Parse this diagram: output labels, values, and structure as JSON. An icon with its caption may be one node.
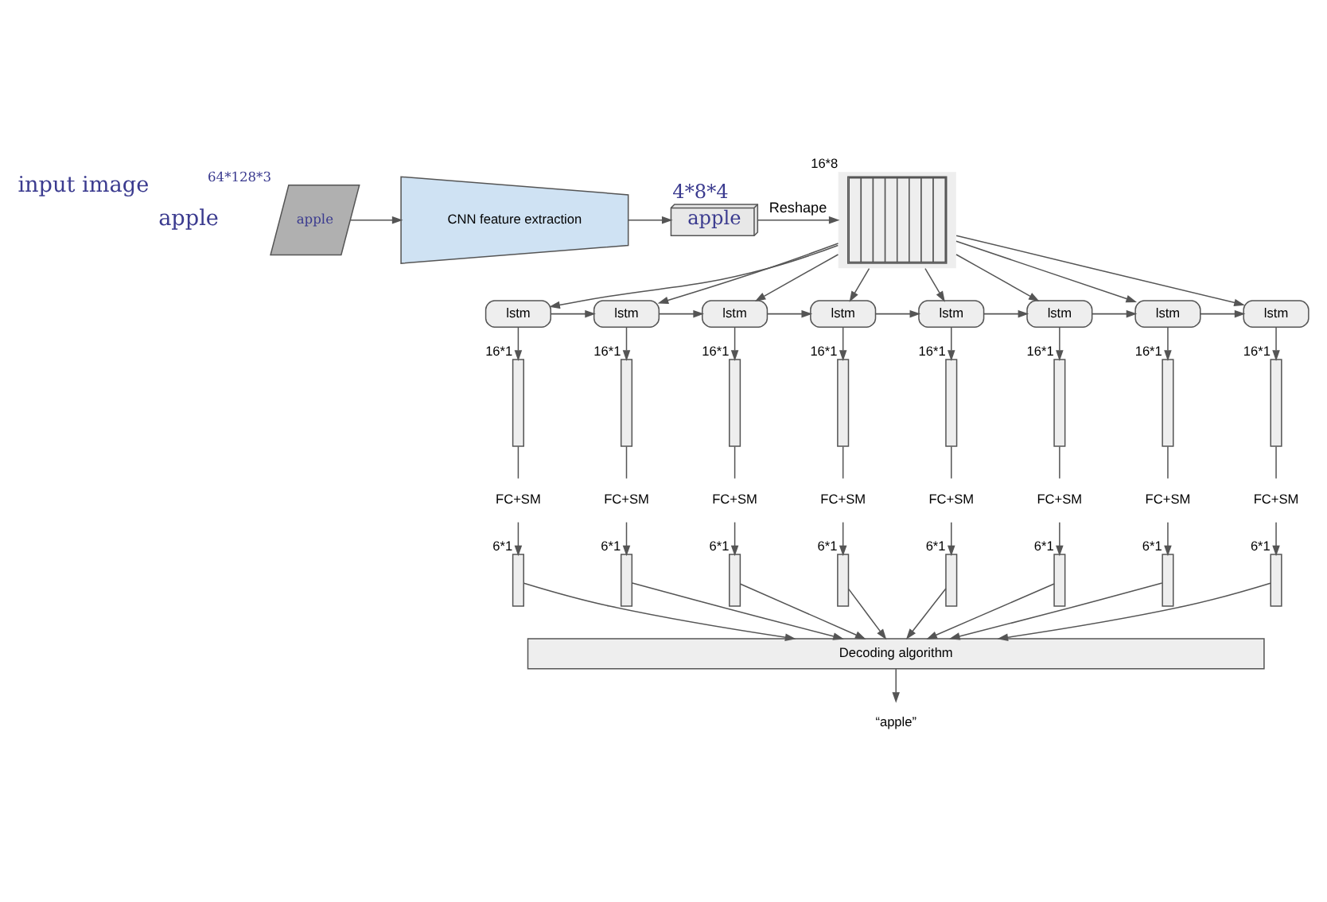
{
  "diagram": {
    "nodes": [
      {
        "text": [
          "apple"
        ],
        "beside": [
          "input image"
        ]
      },
      {
        "text": [
          "apple"
        ],
        "beside": [
          "64*128*3"
        ]
      },
      {
        "text": [
          "CNN feature extraction"
        ]
      },
      {
        "text": [
          "apple"
        ],
        "beside": [
          "4*8*4"
        ]
      },
      {
        "text": [],
        "shape": "box",
        "beside": [
          "16*8"
        ]
      },
      {
        "text": [
          "lstm"
        ]
      },
      {
        "text": [
          "lstm"
        ]
      },
      {
        "text": [
          "lstm"
        ]
      },
      {
        "text": [
          "lstm"
        ]
      },
      {
        "text": [
          "lstm"
        ]
      },
      {
        "text": [
          "lstm"
        ]
      },
      {
        "text": [
          "lstm"
        ]
      },
      {
        "text": [
          "lstm"
        ]
      },
      {
        "text": [],
        "shape": "bar",
        "beside": [
          "16*1"
        ]
      },
      {
        "text": [],
        "shape": "bar",
        "beside": [
          "16*1"
        ]
      },
      {
        "text": [],
        "shape": "bar",
        "beside": [
          "16*1"
        ]
      },
      {
        "text": [],
        "shape": "bar",
        "beside": [
          "16*1"
        ]
      },
      {
        "text": [],
        "shape": "bar",
        "beside": [
          "16*1"
        ]
      },
      {
        "text": [],
        "shape": "bar",
        "beside": [
          "16*1"
        ]
      },
      {
        "text": [],
        "shape": "bar",
        "beside": [
          "16*1"
        ]
      },
      {
        "text": [],
        "shape": "bar",
        "beside": [
          "16*1"
        ]
      },
      {
        "text": [
          "FC+SM"
        ]
      },
      {
        "text": [
          "FC+SM"
        ]
      },
      {
        "text": [
          "FC+SM"
        ]
      },
      {
        "text": [
          "FC+SM"
        ]
      },
      {
        "text": [
          "FC+SM"
        ]
      },
      {
        "text": [
          "FC+SM"
        ]
      },
      {
        "text": [
          "FC+SM"
        ]
      },
      {
        "text": [
          "FC+SM"
        ]
      },
      {
        "text": [],
        "shape": "bar",
        "beside": [
          "6*1"
        ]
      },
      {
        "text": [],
        "shape": "bar",
        "beside": [
          "6*1"
        ]
      },
      {
        "text": [],
        "shape": "bar",
        "beside": [
          "6*1"
        ]
      },
      {
        "text": [],
        "shape": "bar",
        "beside": [
          "6*1"
        ]
      },
      {
        "text": [],
        "shape": "bar",
        "beside": [
          "6*1"
        ]
      },
      {
        "text": [],
        "shape": "bar",
        "beside": [
          "6*1"
        ]
      },
      {
        "text": [],
        "shape": "bar",
        "beside": [
          "6*1"
        ]
      },
      {
        "text": [],
        "shape": "bar",
        "beside": [
          "6*1"
        ]
      },
      {
        "text": [
          "Decoding algorithm"
        ]
      },
      {
        "text": [
          "“apple”"
        ]
      }
    ],
    "edges": [
      {
        "from": 1,
        "to": 2,
        "arrow": "to"
      },
      {
        "from": 2,
        "to": 3,
        "arrow": "to"
      },
      {
        "from": 3,
        "to": 4,
        "arrow": "to",
        "label": "Reshape"
      },
      {
        "from": 4,
        "to": 5,
        "arrow": "to"
      },
      {
        "from": 4,
        "to": 6,
        "arrow": "to"
      },
      {
        "from": 4,
        "to": 7,
        "arrow": "to"
      },
      {
        "from": 4,
        "to": 8,
        "arrow": "to"
      },
      {
        "from": 4,
        "to": 9,
        "arrow": "to"
      },
      {
        "from": 4,
        "to": 10,
        "arrow": "to"
      },
      {
        "from": 4,
        "to": 11,
        "arrow": "to"
      },
      {
        "from": 4,
        "to": 12,
        "arrow": "to"
      },
      {
        "from": 5,
        "to": 6,
        "arrow": "to"
      },
      {
        "from": 6,
        "to": 7,
        "arrow": "to"
      },
      {
        "from": 7,
        "to": 8,
        "arrow": "to"
      },
      {
        "from": 8,
        "to": 9,
        "arrow": "to"
      },
      {
        "from": 9,
        "to": 10,
        "arrow": "to"
      },
      {
        "from": 10,
        "to": 11,
        "arrow": "to"
      },
      {
        "from": 11,
        "to": 12,
        "arrow": "to"
      },
      {
        "from": 5,
        "to": 13,
        "arrow": "to"
      },
      {
        "from": 6,
        "to": 14,
        "arrow": "to"
      },
      {
        "from": 7,
        "to": 15,
        "arrow": "to"
      },
      {
        "from": 8,
        "to": 16,
        "arrow": "to"
      },
      {
        "from": 9,
        "to": 17,
        "arrow": "to"
      },
      {
        "from": 10,
        "to": 18,
        "arrow": "to"
      },
      {
        "from": 11,
        "to": 19,
        "arrow": "to"
      },
      {
        "from": 12,
        "to": 20,
        "arrow": "to"
      },
      {
        "from": 13,
        "to": 21,
        "arrow": "none"
      },
      {
        "from": 14,
        "to": 22,
        "arrow": "none"
      },
      {
        "from": 15,
        "to": 23,
        "arrow": "none"
      },
      {
        "from": 16,
        "to": 24,
        "arrow": "none"
      },
      {
        "from": 17,
        "to": 25,
        "arrow": "none"
      },
      {
        "from": 18,
        "to": 26,
        "arrow": "none"
      },
      {
        "from": 19,
        "to": 27,
        "arrow": "none"
      },
      {
        "from": 20,
        "to": 28,
        "arrow": "none"
      },
      {
        "from": 21,
        "to": 29,
        "arrow": "to"
      },
      {
        "from": 22,
        "to": 30,
        "arrow": "to"
      },
      {
        "from": 23,
        "to": 31,
        "arrow": "to"
      },
      {
        "from": 24,
        "to": 32,
        "arrow": "to"
      },
      {
        "from": 25,
        "to": 33,
        "arrow": "to"
      },
      {
        "from": 26,
        "to": 34,
        "arrow": "to"
      },
      {
        "from": 27,
        "to": 35,
        "arrow": "to"
      },
      {
        "from": 28,
        "to": 36,
        "arrow": "to"
      },
      {
        "from": 29,
        "to": 37,
        "arrow": "to"
      },
      {
        "from": 30,
        "to": 37,
        "arrow": "to"
      },
      {
        "from": 31,
        "to": 37,
        "arrow": "to"
      },
      {
        "from": 32,
        "to": 37,
        "arrow": "to"
      },
      {
        "from": 33,
        "to": 37,
        "arrow": "to"
      },
      {
        "from": 34,
        "to": 37,
        "arrow": "to"
      },
      {
        "from": 35,
        "to": 37,
        "arrow": "to"
      },
      {
        "from": 36,
        "to": 37,
        "arrow": "to"
      },
      {
        "from": 37,
        "to": 38,
        "arrow": "to"
      }
    ]
  }
}
